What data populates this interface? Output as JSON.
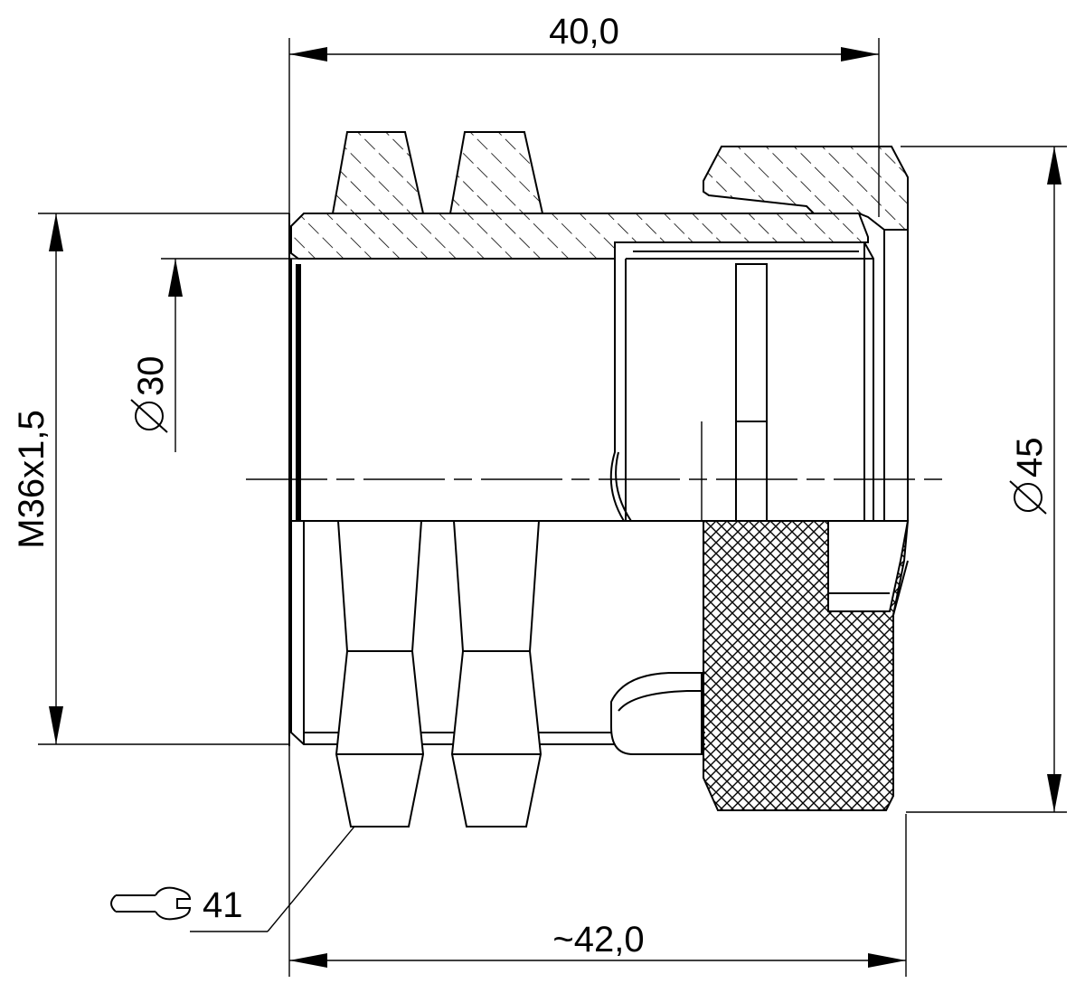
{
  "dimensions": {
    "top_length": "40,0",
    "bottom_length": "~42,0",
    "thread": "M36x1,5",
    "inner_diameter": "30",
    "outer_diameter": "45",
    "wrench_size": "41"
  },
  "symbols": {
    "diameter": "diameter-symbol",
    "wrench": "wrench-icon"
  },
  "colors": {
    "line": "#000000",
    "background": "#ffffff"
  }
}
